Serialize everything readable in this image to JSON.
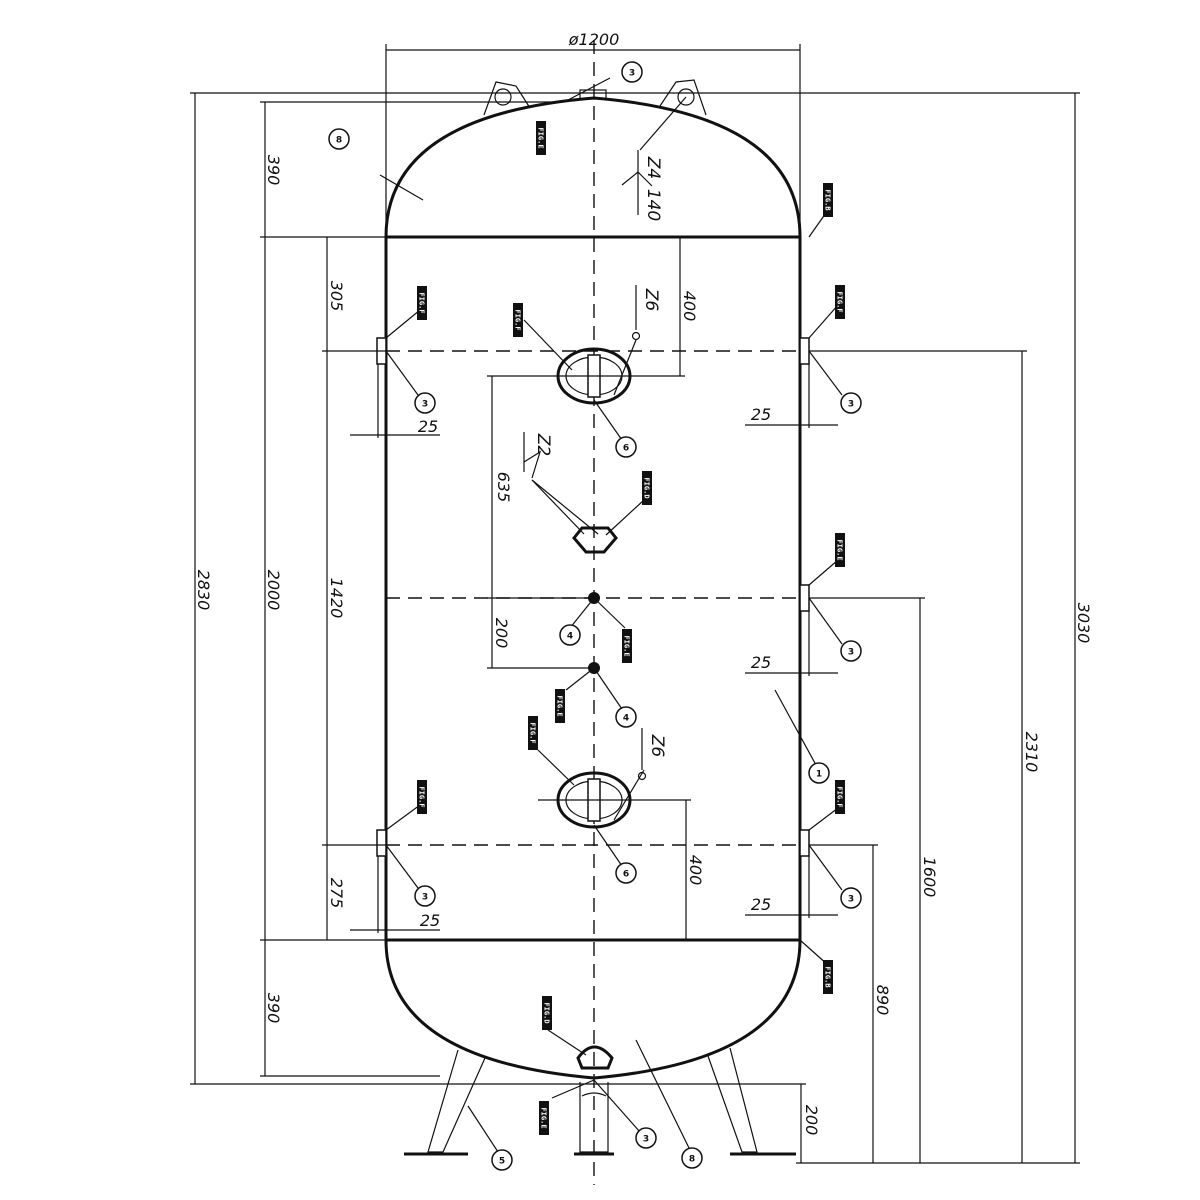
{
  "dimensions": {
    "diameter": "ø1200",
    "top_head_height": "390",
    "bottom_head_height": "390",
    "shell_length": "2000",
    "overall_tank": "2830",
    "overall_height": "3030",
    "d305": "305",
    "d1420": "1420",
    "d275": "275",
    "d400_top": "400",
    "d400_bottom": "400",
    "d635": "635",
    "d200_mid": "200",
    "d200_bottom": "200",
    "d2310": "2310",
    "d1600": "1600",
    "d890": "890",
    "d25_a": "25",
    "d25_b": "25",
    "d25_c": "25",
    "d25_d": "25",
    "d25_e": "25"
  },
  "weld_symbols": {
    "top_size": "Z4",
    "top_length": "140",
    "manhole_top": "Z6",
    "manhole_bottom": "Z6",
    "center": "Z2"
  },
  "fig_tags": {
    "fig_e_top": "FIG.E",
    "fig_b_top": "FIG.B",
    "fig_f_upper_left": "FIG.F",
    "fig_f_manhole_top": "FIG.F",
    "fig_f_upper_right": "FIG.F",
    "fig_d_center": "FIG.D",
    "fig_e_right_mid": "FIG.E",
    "fig_e_mid": "FIG.E",
    "fig_e_mid2": "FIG.E",
    "fig_f_manhole_bottom": "FIG.F",
    "fig_f_lower_left": "FIG.F",
    "fig_f_lower_right": "FIG.F",
    "fig_b_bottom": "FIG.B",
    "fig_d_bottom": "FIG.D",
    "fig_e_bottom": "FIG.E"
  },
  "bubbles": {
    "b_top_nozzle": "3",
    "b_top_head": "8",
    "b_upper_left": "3",
    "b_upper_right": "3",
    "b_manhole_top": "6",
    "b_mid_left": "4",
    "b_mid_right": "3",
    "b_mid_lower": "4",
    "b_shell": "1",
    "b_manhole_bottom": "6",
    "b_lower_left": "3",
    "b_lower_right": "3",
    "b_leg": "5",
    "b_drain": "3",
    "b_bottom_head": "8"
  }
}
